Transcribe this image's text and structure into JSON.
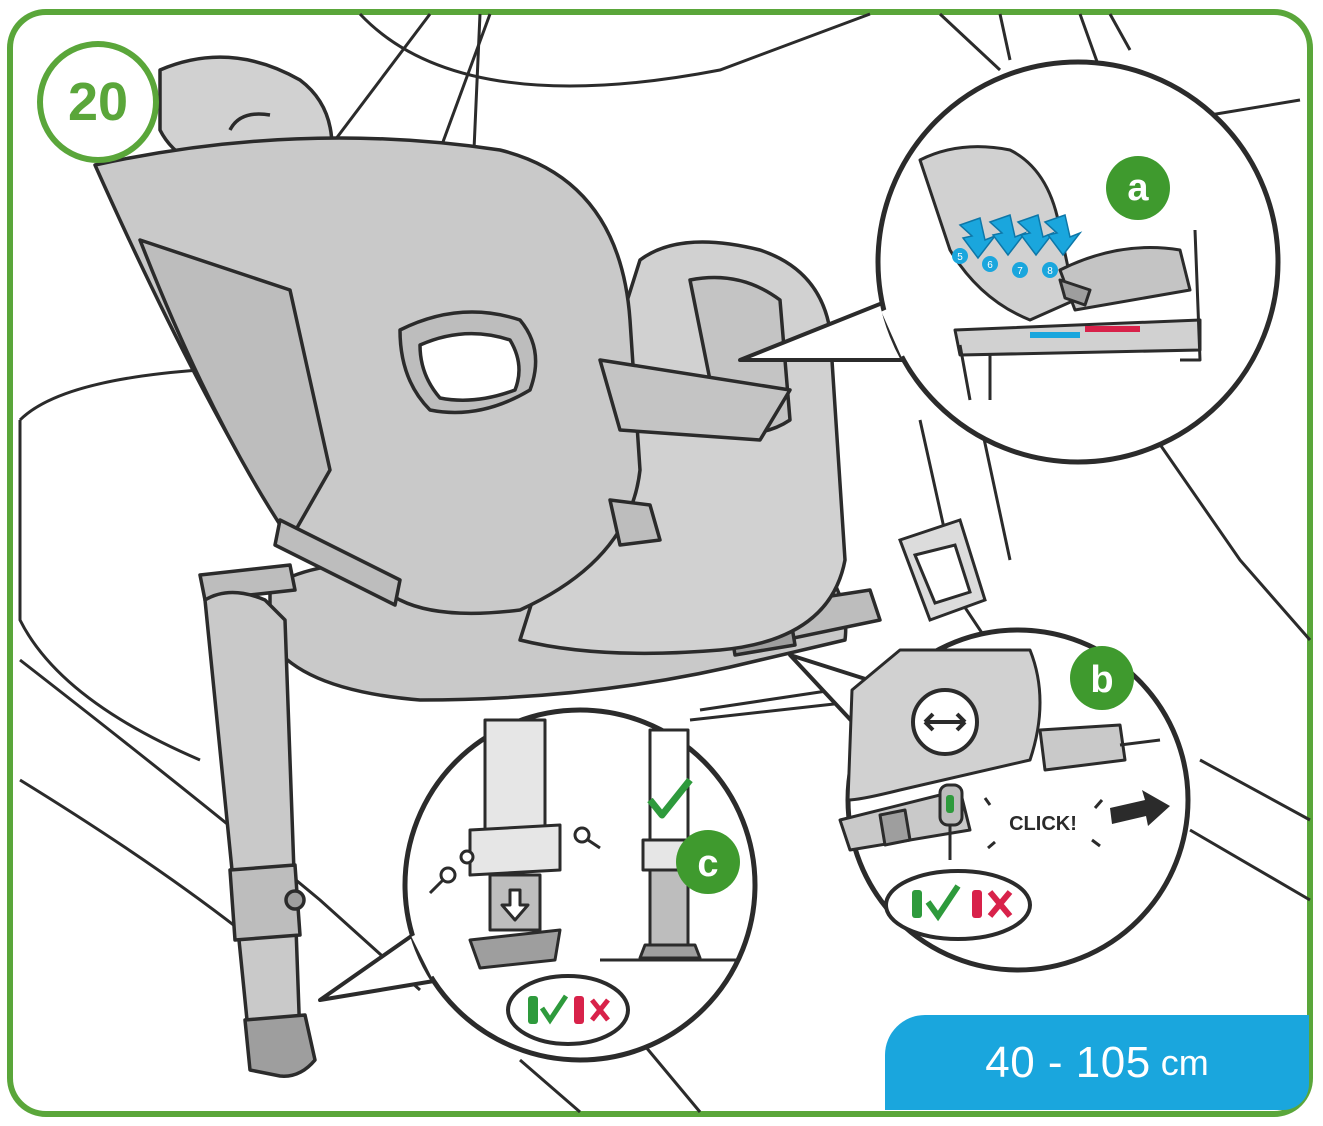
{
  "step": {
    "number": "20"
  },
  "callouts": {
    "a": {
      "letter": "a",
      "positions": [
        "5",
        "6",
        "7",
        "8"
      ]
    },
    "b": {
      "letter": "b",
      "sound_text": "CLICK!"
    },
    "c": {
      "letter": "c"
    }
  },
  "size_badge": {
    "range": "40 - 105",
    "unit": "cm"
  },
  "colors": {
    "frame_green": "#5aa63a",
    "callout_green": "#3f9a2e",
    "indicator_green": "#2e9a3c",
    "indicator_red": "#d8224a",
    "badge_blue": "#1aa6dd",
    "line_dark": "#2b2b2b",
    "fill_grey": "#c9c9c9"
  },
  "icons": [
    "rotate-icon",
    "check-icon",
    "cross-icon",
    "arrow-down-icon",
    "arrow-right-icon",
    "screw-icon"
  ]
}
